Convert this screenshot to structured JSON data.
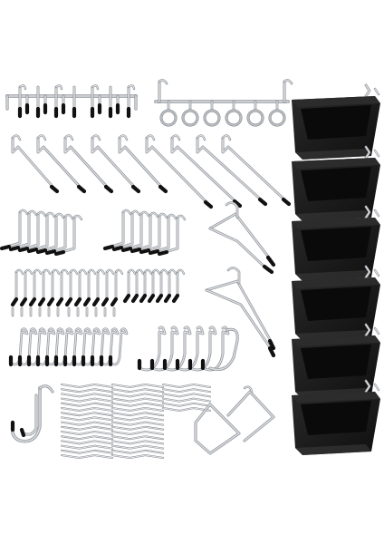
{
  "image": {
    "background": "#ffffff",
    "metal_color": "#b9bcc1",
    "metal_highlight": "#eef0f2",
    "metal_shadow": "#7d8186",
    "bin_color": "#1b1b1b",
    "bin_rim": "#2c2c2c",
    "tip_color": "#111111"
  },
  "contents": {
    "bins": {
      "count": 6
    },
    "hook_strips": {
      "count": 2
    },
    "groups": [
      {
        "name": "straight-peg-hooks",
        "count": 9
      },
      {
        "name": "l-hooks-large",
        "count": 14
      },
      {
        "name": "l-hooks-medium",
        "count": 18
      },
      {
        "name": "l-hooks-small",
        "count": 7
      },
      {
        "name": "j-hooks-small",
        "count": 12
      },
      {
        "name": "j-hooks-large",
        "count": 6
      },
      {
        "name": "double-j-hook",
        "count": 1
      },
      {
        "name": "wire-locks",
        "count": 30
      },
      {
        "name": "loop-hooks",
        "count": 2
      },
      {
        "name": "double-arm-hooks",
        "count": 2
      }
    ]
  }
}
